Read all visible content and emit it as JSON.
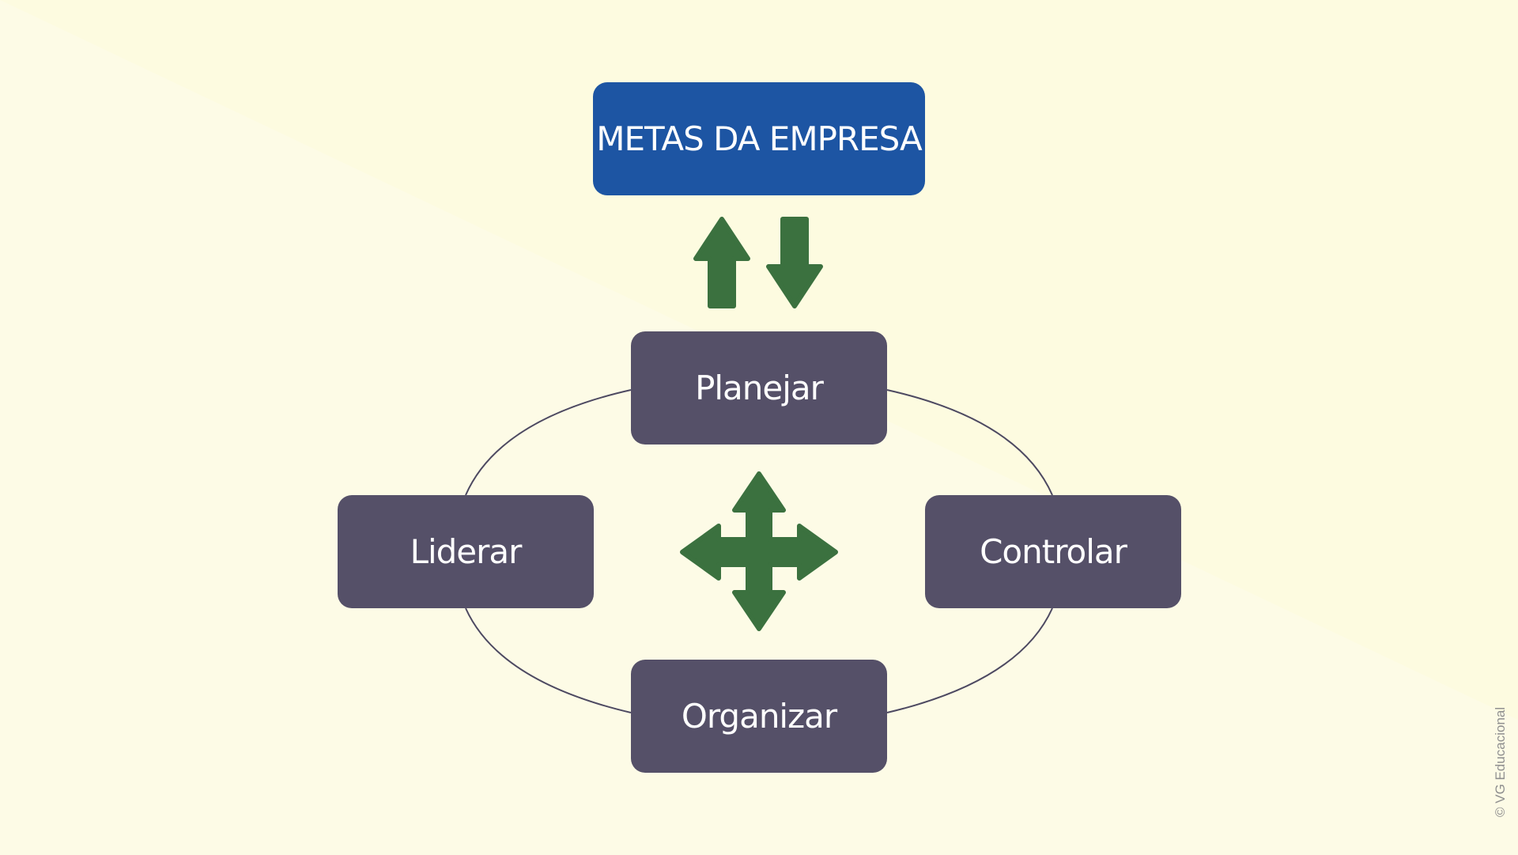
{
  "colors": {
    "background_light": "#fdfbe6",
    "background_band": "#fdfbe0",
    "goal_box": "#1d55a3",
    "step_box": "#555068",
    "arrow": "#3b713f",
    "connector": "#4d4961",
    "text": "#ffffff",
    "watermark": "#8f8f8f"
  },
  "goal": {
    "label": "METAS DA EMPRESA"
  },
  "steps": {
    "planejar": "Planejar",
    "liderar": "Liderar",
    "controlar": "Controlar",
    "organizar": "Organizar"
  },
  "icons": {
    "up_arrow": "arrow-up-icon",
    "down_arrow": "arrow-down-icon",
    "cross_arrow": "four-way-arrow-icon"
  },
  "footer": {
    "watermark": "© VG Educacional"
  }
}
